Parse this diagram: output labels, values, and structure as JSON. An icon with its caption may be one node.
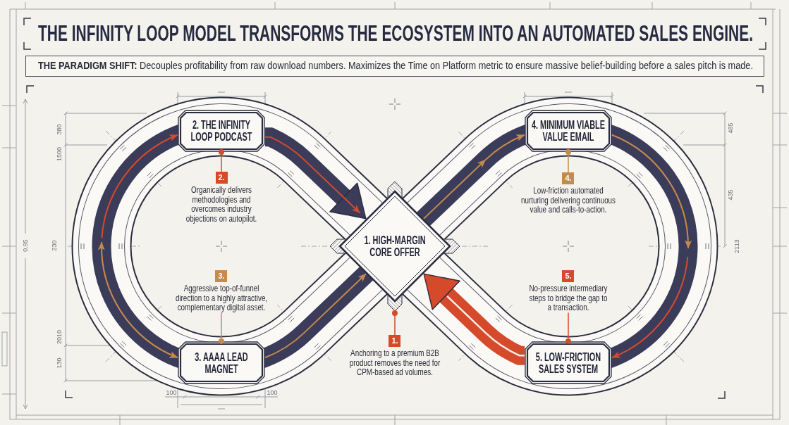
{
  "diagram": {
    "title": "THE INFINITY LOOP MODEL TRANSFORMS THE ECOSYSTEM INTO AN AUTOMATED SALES ENGINE.",
    "nodes": [
      {
        "text": [
          "1. HIGH-MARGIN CORE OFFER"
        ]
      },
      {
        "text": [
          "2. THE INFINITY LOOP PODCAST"
        ]
      },
      {
        "text": [
          "3. AAAA LEAD MAGNET"
        ]
      },
      {
        "text": [
          "4. MINIMUM VIABLE VALUE EMAIL"
        ]
      },
      {
        "text": [
          "5. LOW-FRICTION SALES SYSTEM"
        ]
      },
      {
        "text": [
          "1.",
          "Anchoring to a premium B2B product removes the need for CPM-based ad volumes."
        ]
      },
      {
        "text": [
          "2.",
          "Organically delivers methodologies and overcomes industry objections on autopilot."
        ]
      },
      {
        "text": [
          "3.",
          "Aggressive top-of-funnel direction to a highly attractive, complementary digital asset."
        ]
      },
      {
        "text": [
          "4.",
          "Low-friction automated nurturing delivering continuous value and calls-to-action."
        ]
      },
      {
        "text": [
          "5.",
          "No-pressure intermediary steps to bridge the gap to a transaction."
        ]
      }
    ],
    "edges": [
      {
        "from": 1,
        "to": 0,
        "arrow": "to",
        "style": "thick",
        "color": "#3a3c5a"
      },
      {
        "from": 0,
        "to": 3,
        "arrow": "to"
      },
      {
        "from": 3,
        "to": null,
        "arrow": "to"
      },
      {
        "from": null,
        "to": 4,
        "arrow": "to",
        "color": "#d64a2c"
      },
      {
        "from": 4,
        "to": 0,
        "arrow": "to",
        "style": "thick",
        "color": "#d64a2c"
      },
      {
        "from": 2,
        "to": 0,
        "arrow": "to"
      },
      {
        "from": null,
        "to": 2,
        "arrow": "both"
      },
      {
        "from": null,
        "to": 1,
        "arrow": "to",
        "color": "#d64a2c"
      },
      {
        "from": 5,
        "to": 0,
        "arrow": "other",
        "color": "#d64a2c"
      },
      {
        "from": 6,
        "to": 1,
        "arrow": "other",
        "color": "#d64a2c"
      },
      {
        "from": 7,
        "to": 2,
        "arrow": "other"
      },
      {
        "from": 8,
        "to": 3,
        "arrow": "other"
      },
      {
        "from": 9,
        "to": 4,
        "arrow": "other",
        "color": "#d64a2c"
      }
    ],
    "labels": [
      "**THE PARADIGM SHIFT:** Decouples profitability from raw download numbers. Maximizes the Time on Platform metric to ensure massive belief-building before a sales pitch is made.",
      "380",
      "1500",
      "0.95",
      "230",
      "2010",
      "130",
      "100",
      "100",
      "485",
      "435",
      "2113"
    ]
  }
}
